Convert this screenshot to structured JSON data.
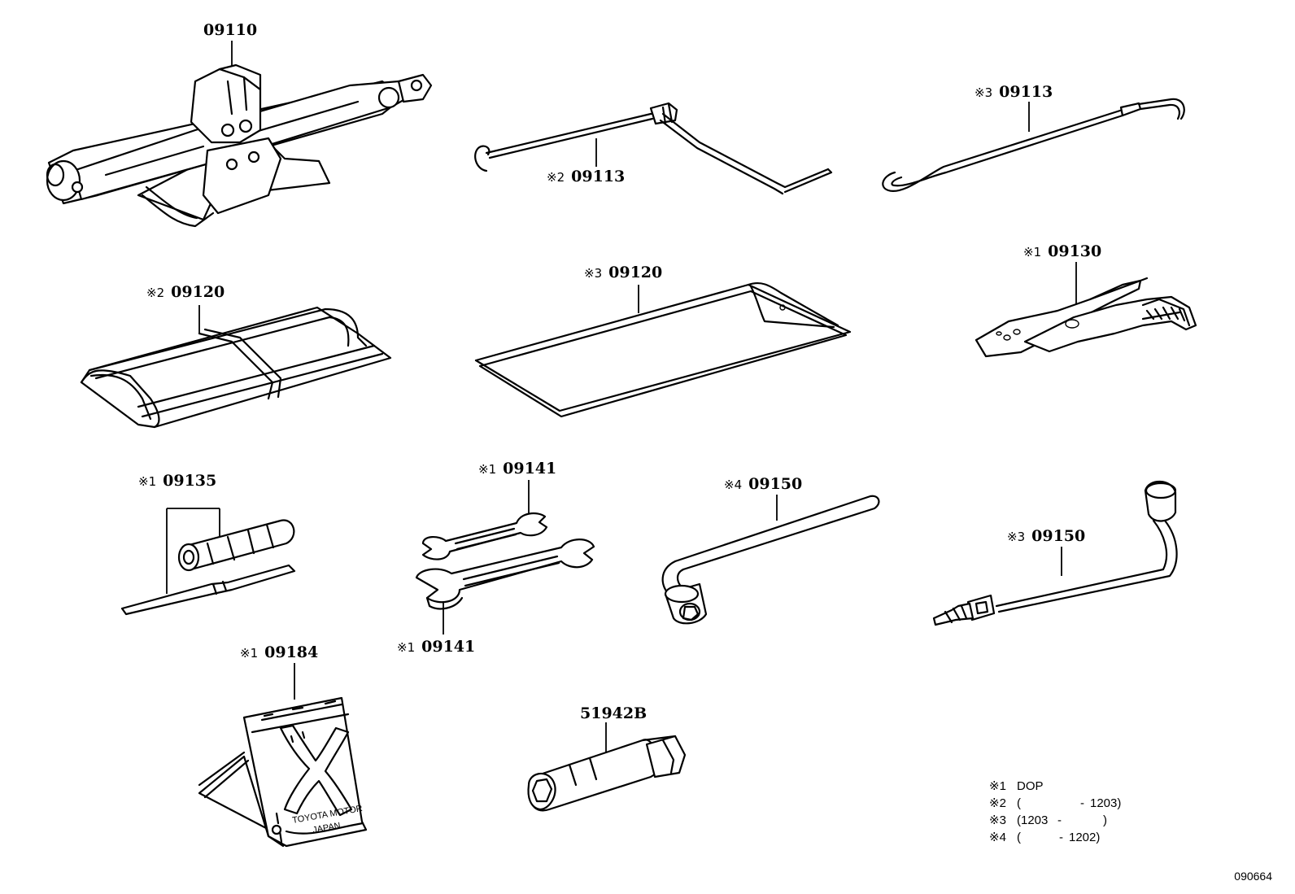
{
  "parts": [
    {
      "id": "jack",
      "prefix": "",
      "number": "09110"
    },
    {
      "id": "jack-handle-a",
      "prefix": "※2",
      "number": "09113"
    },
    {
      "id": "jack-handle-b",
      "prefix": "※3",
      "number": "09113"
    },
    {
      "id": "tool-bag-a",
      "prefix": "※2",
      "number": "09120"
    },
    {
      "id": "tool-bag-b",
      "prefix": "※3",
      "number": "09120"
    },
    {
      "id": "pliers",
      "prefix": "※1",
      "number": "09130"
    },
    {
      "id": "screwdriver",
      "prefix": "※1",
      "number": "09135"
    },
    {
      "id": "wrench-small",
      "prefix": "※1",
      "number": "09141"
    },
    {
      "id": "wrench-large",
      "prefix": "※1",
      "number": "09141"
    },
    {
      "id": "lug-wrench-a",
      "prefix": "※4",
      "number": "09150"
    },
    {
      "id": "lug-wrench-b",
      "prefix": "※3",
      "number": "09150"
    },
    {
      "id": "wheel-chock",
      "prefix": "※1",
      "number": "09184"
    },
    {
      "id": "plug-wrench",
      "prefix": "",
      "number": "51942B"
    }
  ],
  "chock_text": {
    "line1": "TOYOTA MOTOR",
    "line2": "JAPAN"
  },
  "legend": [
    {
      "mark": "※1",
      "text": "DOP"
    },
    {
      "mark": "※2",
      "open": "(",
      "from": "",
      "dash": "-",
      "to": "1203)"
    },
    {
      "mark": "※3",
      "open": "(1203",
      "from": "",
      "dash": "-",
      "to": ")"
    },
    {
      "mark": "※4",
      "open": "(",
      "from": "",
      "dash": "-",
      "to": "1202)"
    }
  ],
  "figure_id": "090664"
}
